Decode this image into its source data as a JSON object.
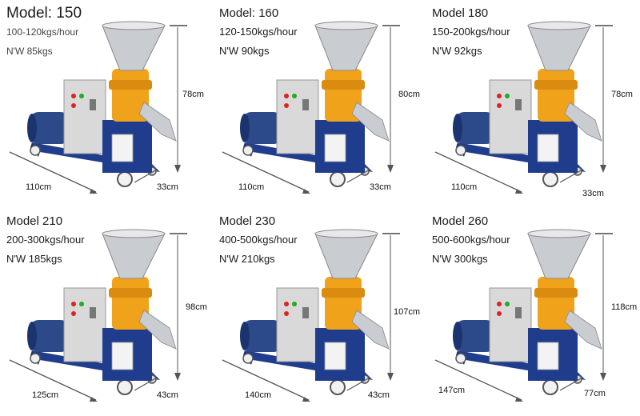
{
  "models": [
    {
      "model": "Model: 150",
      "capacity": "100-120kgs/hour",
      "weight": "N'W 85kgs",
      "height": "78cm",
      "length": "110cm",
      "width": "33cm"
    },
    {
      "model": "Model: 160",
      "capacity": "120-150kgs/hour",
      "weight": "N'W 90kgs",
      "height": "80cm",
      "length": "110cm",
      "width": "33cm"
    },
    {
      "model": "Model 180",
      "capacity": "150-200kgs/hour",
      "weight": "N'W 92kgs",
      "height": "78cm",
      "length": "110cm",
      "width": "33cm"
    },
    {
      "model": "Model 210",
      "capacity": "200-300kgs/hour",
      "weight": "N'W 185kgs",
      "height": "98cm",
      "length": "125cm",
      "width": "43cm"
    },
    {
      "model": "Model 230",
      "capacity": "400-500kgs/hour",
      "weight": "N'W 210kgs",
      "height": "107cm",
      "length": "140cm",
      "width": "43cm"
    },
    {
      "model": "Model 260",
      "capacity": "500-600kgs/hour",
      "weight": "N'W 300kgs",
      "height": "118cm",
      "length": "147cm",
      "width": "77cm"
    }
  ],
  "colors": {
    "frame": "#1f3d8c",
    "body": "#f0a21a",
    "hopper": "#c9ccd0",
    "motor": "#2c4a8a",
    "box": "#d9d9d9"
  }
}
